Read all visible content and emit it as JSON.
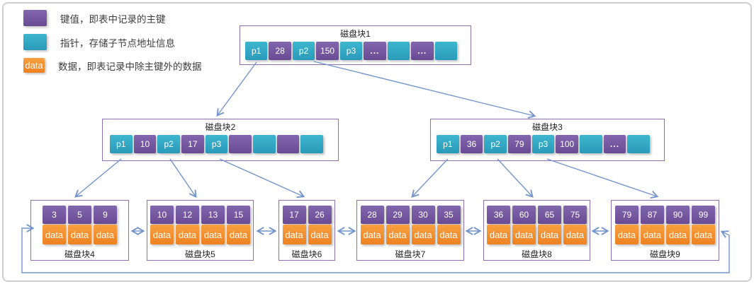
{
  "legend": {
    "items": [
      {
        "type": "key",
        "swatch_text": "",
        "label": "键值，即表中记录的主键"
      },
      {
        "type": "pointer",
        "swatch_text": "",
        "label": "指针，存储子节点地址信息"
      },
      {
        "type": "data",
        "swatch_text": "data",
        "label": "数据，即表记录中除主键外的数据"
      }
    ]
  },
  "colors": {
    "key": "#745aa3",
    "pointer": "#31a8c4",
    "data": "#f18d2c",
    "arrow": "#7295cc",
    "node_border": "#8b6fae",
    "frame_border": "#cdced0"
  },
  "internal_nodes": [
    {
      "id": "disk1",
      "title": "磁盘块1",
      "cells": [
        [
          "pointer",
          "p1"
        ],
        [
          "key",
          "28"
        ],
        [
          "pointer",
          "p2"
        ],
        [
          "key",
          "150"
        ],
        [
          "pointer",
          "p3"
        ],
        [
          "key",
          "..."
        ],
        [
          "pointer",
          ""
        ],
        [
          "key",
          "..."
        ],
        [
          "pointer",
          ""
        ]
      ]
    },
    {
      "id": "disk2",
      "title": "磁盘块2",
      "cells": [
        [
          "pointer",
          "p1"
        ],
        [
          "key",
          "10"
        ],
        [
          "pointer",
          "p2"
        ],
        [
          "key",
          "17"
        ],
        [
          "pointer",
          "p3"
        ],
        [
          "key",
          ""
        ],
        [
          "pointer",
          ""
        ],
        [
          "key",
          ""
        ],
        [
          "pointer",
          ""
        ]
      ]
    },
    {
      "id": "disk3",
      "title": "磁盘块3",
      "cells": [
        [
          "pointer",
          "p1"
        ],
        [
          "key",
          "36"
        ],
        [
          "pointer",
          "p2"
        ],
        [
          "key",
          "79"
        ],
        [
          "pointer",
          "p3"
        ],
        [
          "key",
          "100"
        ],
        [
          "pointer",
          ""
        ],
        [
          "key",
          "..."
        ],
        [
          "pointer",
          ""
        ]
      ]
    }
  ],
  "leaf_nodes": [
    {
      "id": "disk4",
      "title": "磁盘块4",
      "keys": [
        "3",
        "5",
        "9"
      ],
      "data_label": "data"
    },
    {
      "id": "disk5",
      "title": "磁盘块5",
      "keys": [
        "10",
        "12",
        "13",
        "15"
      ],
      "data_label": "data"
    },
    {
      "id": "disk6",
      "title": "磁盘块6",
      "keys": [
        "17",
        "26"
      ],
      "data_label": "data"
    },
    {
      "id": "disk7",
      "title": "磁盘块7",
      "keys": [
        "28",
        "29",
        "30",
        "35"
      ],
      "data_label": "data"
    },
    {
      "id": "disk8",
      "title": "磁盘块8",
      "keys": [
        "36",
        "60",
        "65",
        "75"
      ],
      "data_label": "data"
    },
    {
      "id": "disk9",
      "title": "磁盘块9",
      "keys": [
        "79",
        "87",
        "90",
        "99"
      ],
      "data_label": "data"
    }
  ],
  "edges": {
    "tree": [
      {
        "from": "disk1.p1",
        "to": "disk2"
      },
      {
        "from": "disk1.p2",
        "to": "disk3"
      },
      {
        "from": "disk2.p1",
        "to": "disk4"
      },
      {
        "from": "disk2.p2",
        "to": "disk5"
      },
      {
        "from": "disk2.p3",
        "to": "disk6"
      },
      {
        "from": "disk3.p1",
        "to": "disk7"
      },
      {
        "from": "disk3.p2",
        "to": "disk8"
      },
      {
        "from": "disk3.p3",
        "to": "disk9"
      }
    ],
    "sibling_links": [
      "disk4↔disk5",
      "disk5↔disk6",
      "disk6↔disk7",
      "disk7↔disk8",
      "disk8↔disk9",
      "disk9↔disk4"
    ]
  }
}
